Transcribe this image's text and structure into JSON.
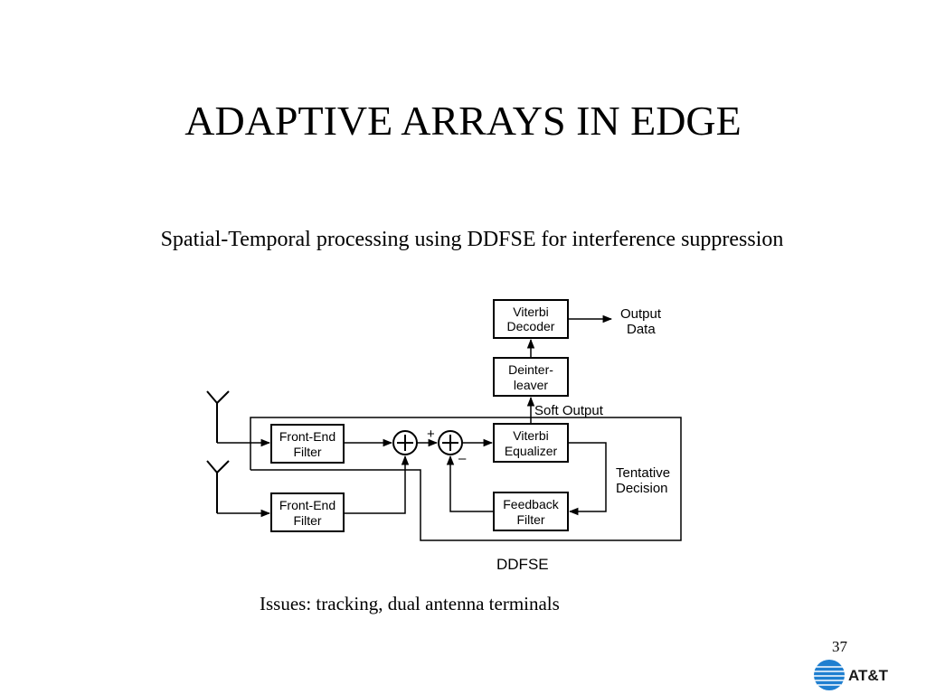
{
  "slide": {
    "title": "ADAPTIVE ARRAYS IN EDGE",
    "subtitle": "Spatial-Temporal processing using DDFSE for interference suppression",
    "issues": "Issues: tracking, dual antenna terminals",
    "page_number": "37"
  },
  "diagram": {
    "blocks": {
      "viterbi_decoder": [
        "Viterbi",
        "Decoder"
      ],
      "deinterleaver": [
        "Deinter-",
        "leaver"
      ],
      "viterbi_equalizer": [
        "Viterbi",
        "Equalizer"
      ],
      "feedback_filter": [
        "Feedback",
        "Filter"
      ],
      "front_end_filter_1": [
        "Front-End",
        "Filter"
      ],
      "front_end_filter_2": [
        "Front-End",
        "Filter"
      ]
    },
    "labels": {
      "output_data": [
        "Output",
        "Data"
      ],
      "soft_output": "Soft Output",
      "tentative_decision": [
        "Tentative",
        "Decision"
      ],
      "ddfse": "DDFSE",
      "plus_sign": "+",
      "minus_sign": "–"
    }
  },
  "logo": {
    "text": "AT&T",
    "colors": {
      "globe": "#1f7fd0",
      "text": "#1a1a1a"
    }
  }
}
